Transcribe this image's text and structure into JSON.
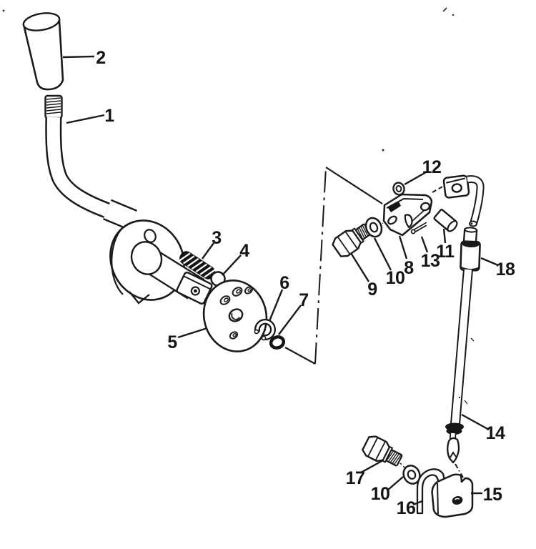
{
  "diagram": {
    "type": "exploded-parts-line-drawing",
    "subject": "shift-lever-and-linkage-assembly",
    "colors": {
      "ink": "#1a1a1a",
      "paper": "#ffffff"
    },
    "callouts": [
      {
        "label": "1",
        "part": "shift-lever-tube"
      },
      {
        "label": "2",
        "part": "knob"
      },
      {
        "label": "3",
        "part": "spring"
      },
      {
        "label": "4",
        "part": "ball"
      },
      {
        "label": "5",
        "part": "detent-plate"
      },
      {
        "label": "6",
        "part": "e-clip"
      },
      {
        "label": "7",
        "part": "o-ring"
      },
      {
        "label": "8",
        "part": "pivot-bracket"
      },
      {
        "label": "9",
        "part": "hex-bolt"
      },
      {
        "label": "10",
        "part": "washer"
      },
      {
        "label": "11",
        "part": "clevis-pin"
      },
      {
        "label": "12",
        "part": "small-washer"
      },
      {
        "label": "13",
        "part": "cotter-pin"
      },
      {
        "label": "14",
        "part": "link-rod"
      },
      {
        "label": "15",
        "part": "anchor-block"
      },
      {
        "label": "16",
        "part": "retainer-clip"
      },
      {
        "label": "17",
        "part": "hex-bolt-lower"
      },
      {
        "label": "18",
        "part": "rod-sleeve"
      },
      {
        "label": "10",
        "part": "washer-lower"
      }
    ]
  }
}
